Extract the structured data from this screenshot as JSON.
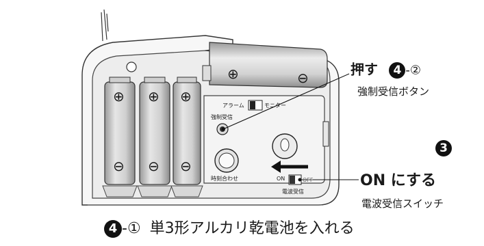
{
  "diagram": {
    "button_callout": {
      "main": "押す",
      "step_number": "4",
      "step_sub": "-②",
      "name": "強制受信ボタン"
    },
    "switch_callout": {
      "step_number": "3",
      "main": "ON にする",
      "name": "電波受信スイッチ"
    },
    "bottom_callout": {
      "step_number": "4",
      "step_sub": "-①",
      "text": "単3形アルカリ乾電池を入れる"
    },
    "device_labels": {
      "alarm_monitor_left": "アラーム",
      "alarm_monitor_right": "モニター",
      "force_receive": "強制受信",
      "time_set": "時刻合わせ",
      "on": "ON",
      "off": "OFF",
      "radio_receive": "電波受信"
    },
    "battery_symbols": {
      "plus": "⊕",
      "minus": "⊖"
    }
  }
}
